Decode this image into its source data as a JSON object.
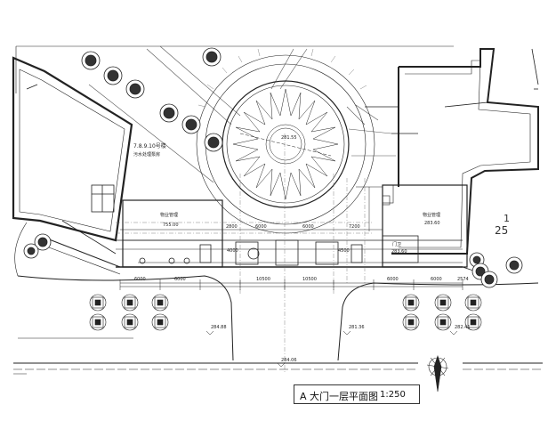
{
  "drawing": {
    "title": "A 大门一层平面图",
    "scale": "1:250"
  },
  "labels": {
    "tower_block": "7.8.9.10号楼",
    "tower_block_sub": "污水处理泵房",
    "west_room": "物业管理",
    "west_room_area": "755.00",
    "east_room": "物业管理",
    "east_room_area": "283.60",
    "east_small_room": "门卫",
    "east_small_room_area": "283.60",
    "circle_level": "281.55",
    "left_level": "284.88",
    "center_level": "281.36",
    "bottom_level": "284.06",
    "right_level": "282.41",
    "building_no": "25",
    "building_no_2": "1"
  },
  "dimensions": {
    "upper": [
      "2800",
      "6000",
      "6000",
      "7200"
    ],
    "lower": [
      "6000",
      "6000",
      "10500",
      "10500",
      "6000",
      "6000",
      "2574"
    ],
    "side": [
      "4000",
      "4500"
    ]
  },
  "colors": {
    "line": "#222222",
    "light_line": "#888888",
    "background": "#ffffff"
  },
  "icons": [
    "tree-icon",
    "planter-icon",
    "north-arrow-icon",
    "sun-emblem-icon"
  ]
}
